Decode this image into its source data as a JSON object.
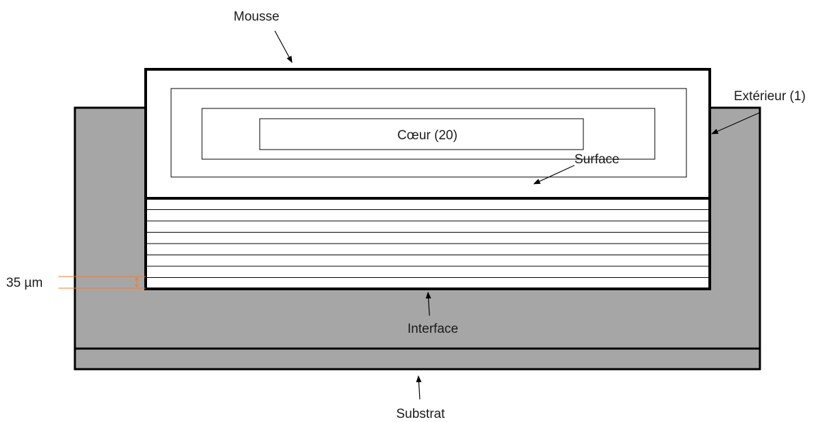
{
  "colors": {
    "substrate_fill": "#a6a6a6",
    "outline": "#000000",
    "foam_fill": "#ffffff",
    "dimension_line": "#ed7d31"
  },
  "labels": {
    "mousse": "Mousse",
    "exterieur": "Extérieur (1)",
    "coeur": "Cœur (20)",
    "surface": "Surface",
    "interface": "Interface",
    "substrat": "Substrat",
    "thickness": "35 µm"
  },
  "foam_layer_count": 8
}
